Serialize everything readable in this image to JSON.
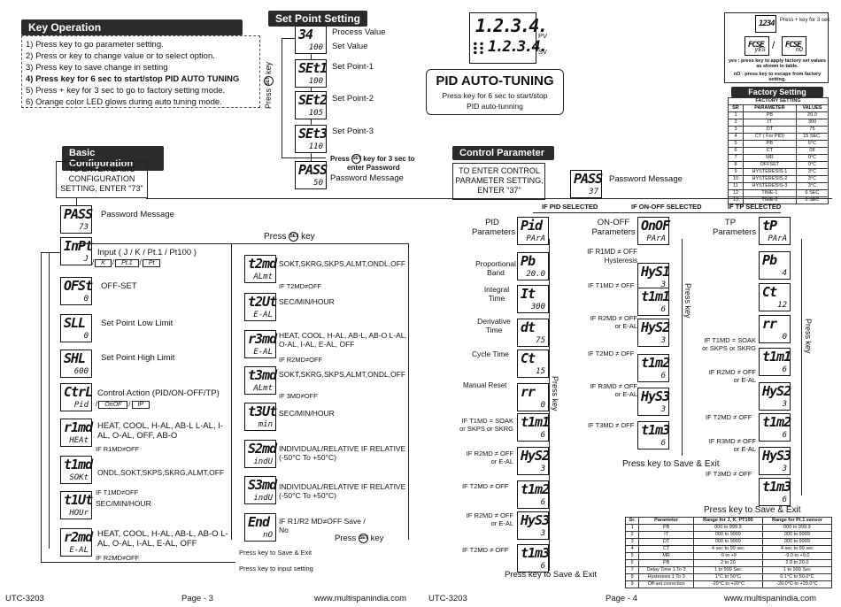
{
  "key_operation": {
    "title": "Key Operation",
    "steps": [
      "1)  Press  key to go parameter setting.",
      "2)  Press  or  key to change value or to select option.",
      "3)  Press  key to save change in setting",
      "4)  Press  key for 6 sec to start/stop PID AUTO TUNING",
      "5)  Press  +  key for 3 sec to go to factory setting mode.",
      "6)  Orange color LED glows during auto tuning mode."
    ]
  },
  "set_point": {
    "title": "Set Point Setting",
    "process_value": "Process Value",
    "set_value": "Set Value",
    "sp1": "Set Point-1",
    "sp2": "Set Point-2",
    "sp3": "Set Point-3",
    "press_key": "Press",
    "key_word": "key",
    "for3": "key for 3 sec to",
    "enter_pw": "enter Password",
    "pw_msg": "Password Message",
    "lcd": [
      [
        "34",
        "100"
      ],
      [
        "SEt1",
        "100"
      ],
      [
        "SEt2",
        "105"
      ],
      [
        "SEt3",
        "110"
      ],
      [
        "PASS",
        "50"
      ]
    ]
  },
  "pid_autotune": {
    "pv": "1.2.3.4.",
    "sv": "1.2.3.4.",
    "pv_label": "PV",
    "sv_label": "SV",
    "title": "PID AUTO-TUNING",
    "desc1": "Press  key for 6 sec to start/stop",
    "desc2": "PID auto-tunning"
  },
  "factory": {
    "top_lcd": "1234",
    "press_note": "Press  +  key for 3 sec",
    "fcs_yes": "FCSE",
    "fcs_no": "FCSE",
    "yes_val": "yES",
    "no_val": "nO",
    "yes_text": "yes : press  key to apply factory set values as shown in table.",
    "no_text": "nO : press  key to escape from factory setting.",
    "title": "Factory Setting",
    "table_title": "FACTORY SETTING",
    "headers": [
      "SR",
      "PARAMETER",
      "VALUES"
    ],
    "rows": [
      [
        "1",
        "PB",
        "20.0"
      ],
      [
        "2",
        "IT",
        "300"
      ],
      [
        "3",
        "DT",
        "75"
      ],
      [
        "4",
        "CT ( For PID)",
        "15 SEC."
      ],
      [
        "5",
        "PB",
        "5°C"
      ],
      [
        "6",
        "CT",
        "08"
      ],
      [
        "7",
        "MR",
        "0°C"
      ],
      [
        "8",
        "OFFSET",
        "0°C"
      ],
      [
        "9",
        "HYSTERESIS-1",
        "3°C"
      ],
      [
        "10",
        "HYSTERESIS-2",
        "3°C"
      ],
      [
        "11",
        "HYSTERESIS-3",
        "3°C"
      ],
      [
        "12",
        "TIME-1",
        "6 SEC"
      ],
      [
        "13",
        "TIME-2",
        "6 SEC"
      ]
    ]
  },
  "basic": {
    "title": "Basic Configuration",
    "enter": "TO ENTER BASIC CONFIGURATION SETTING, ENTER \"73\"",
    "pw_msg": "Password Message",
    "press_key": "Press",
    "key_word": "key",
    "left": [
      {
        "t": "PASS",
        "b": "73",
        "label": ""
      },
      {
        "t": "InPt",
        "b": "J",
        "label": "Input ( J / K / Pt.1 / Pt100 )"
      },
      {
        "t": "OFSt",
        "b": "0",
        "label": "OFF-SET"
      },
      {
        "t": "SLL",
        "b": "0",
        "label": "Set Point Low Limit"
      },
      {
        "t": "SHL",
        "b": "600",
        "label": "Set Point High Limit"
      },
      {
        "t": "CtrL",
        "b": "Pid",
        "label": "Control Action (PID/ON-OFF/TP)"
      },
      {
        "t": "r1md",
        "b": "HEAt",
        "label": "HEAT, COOL, H-AL, AB-L L-AL, I-AL, O-AL, OFF, AB-O"
      },
      {
        "t": "t1md",
        "b": "SOKt",
        "label": "ONDL,SOKT,SKPS,SKRG,ALMT,OFF"
      },
      {
        "t": "t1Ut",
        "b": "HOUr",
        "label": "SEC/MIN/HOUR"
      },
      {
        "t": "r2md",
        "b": "E-AL",
        "label": "HEAT, COOL, H-AL, AB-L, AB-O L-AL, O-AL, I-AL, E-AL, OFF"
      }
    ],
    "input_opts": [
      "K",
      "Pt.1",
      "Pt"
    ],
    "ctrl_opts": [
      "OnOF",
      "tP"
    ],
    "cond": [
      "IF R1MD≠OFF",
      "IF T1MD≠OFF",
      "IF R2MD≠OFF"
    ],
    "right": [
      {
        "t": "t2md",
        "b": "ALmt",
        "label": "SOKT,SKRG,SKPS,ALMT,ONDL,OFF"
      },
      {
        "t": "t2Ut",
        "b": "E-AL",
        "label": "SEC/MIN/HOUR"
      },
      {
        "t": "r3md",
        "b": "E-AL",
        "label": "HEAT, COOL, H-AL, AB-L, AB-O L-AL, O-AL, I-AL, E-AL, OFF"
      },
      {
        "t": "t3md",
        "b": "ALmt",
        "label": "SOKT,SKRG,SKPS,ALMT,ONDL,OFF"
      },
      {
        "t": "t3Ut",
        "b": "min",
        "label": "SEC/MIN/HOUR"
      },
      {
        "t": "S2md",
        "b": "indU",
        "label": "INDIVIDUAL/RELATIVE IF RELATIVE (-50°C To +50°C)"
      },
      {
        "t": "S3md",
        "b": "indU",
        "label": "INDIVIDUAL/RELATIVE IF RELATIVE (-50°C To +50°C)"
      },
      {
        "t": "End",
        "b": "nO",
        "label": "IF R1/R2 MD≠OFF Save / No"
      }
    ],
    "rcond": [
      "IF T2MD≠OFF",
      "IF R2MD≠OFF",
      "IF 3MD≠OFF"
    ],
    "save_exit": "Press  key to Save & Exit",
    "input_set": "Press  key to input setting"
  },
  "control": {
    "title": "Control Parameter",
    "enter": "TO ENTER CONTROL PARAMETER SETTING, ENTER \"37\"",
    "pw_msg": "Password Message",
    "pw_lcd": [
      "PASS",
      "37"
    ],
    "if_pid": "IF PID SELECTED",
    "if_onoff": "IF ON-OFF SELECTED",
    "if_tp": "IF TP SELECTED",
    "pid_params": "PID Parameters",
    "onoff_params": "ON-OFF Parameters",
    "tp_params": "TP Parameters",
    "pid_labels": [
      "Proportional Band",
      "Integral Time",
      "Derivative Time",
      "Cycle Time",
      "Manual Reset",
      "IF T1MD = SOAK or SKPS or SKRG",
      "IF R2MD ≠ OFF or E-AL",
      "IF T2MD ≠ OFF",
      "IF R2MD ≠ OFF or E-AL",
      "IF T2MD ≠ OFF"
    ],
    "pid_lcd": [
      [
        "Pid",
        "PArA"
      ],
      [
        "Pb",
        "20.0"
      ],
      [
        "It",
        "300"
      ],
      [
        "dt",
        "75"
      ],
      [
        "Ct",
        "15"
      ],
      [
        "rr",
        "0"
      ],
      [
        "t1m1",
        "6"
      ],
      [
        "HyS2",
        "3"
      ],
      [
        "t1m2",
        "6"
      ],
      [
        "HyS3",
        "3"
      ],
      [
        "t1m3",
        "6"
      ]
    ],
    "onoff_labels": [
      "IF R1MD ≠ OFF Hysteresis",
      "IF T1MD ≠ OFF",
      "IF R2MD ≠ OFF or E-AL",
      "IF T2MD ≠ OFF",
      "IF R3MD ≠ OFF or E-AL",
      "IF T3MD ≠ OFF"
    ],
    "onoff_lcd": [
      [
        "OnOF",
        "PArA"
      ],
      [
        "HyS1",
        "3"
      ],
      [
        "t1m1",
        "6"
      ],
      [
        "HyS2",
        "3"
      ],
      [
        "t1m2",
        "6"
      ],
      [
        "HyS3",
        "3"
      ],
      [
        "t1m3",
        "6"
      ]
    ],
    "tp_labels": [
      "IF T1MD = SOAK or SKPS or SKRG",
      "IF R2MD ≠ OFF or E-AL",
      "IF T2MD ≠ OFF",
      "IF R3MD ≠ OFF or E-AL",
      "IF T3MD ≠ OFF"
    ],
    "tp_lcd": [
      [
        "tP",
        "PArA"
      ],
      [
        "Pb",
        "4"
      ],
      [
        "Ct",
        "12"
      ],
      [
        "rr",
        "0"
      ],
      [
        "t1m1",
        "6"
      ],
      [
        "HyS2",
        "3"
      ],
      [
        "t1m2",
        "6"
      ],
      [
        "HyS3",
        "3"
      ],
      [
        "t1m3",
        "6"
      ]
    ],
    "press_key": "Press  key",
    "save_exit": "Press  key to Save & Exit",
    "save_exit2": "Press  key to Save & Exit",
    "save_exit3": "Press  key to Save & Exit"
  },
  "range_table": {
    "headers": [
      "Sr.",
      "Parameter",
      "Range for J, K, PT100",
      "Range for Pt.1 sensor"
    ],
    "rows": [
      [
        "1",
        "PB",
        "000 to 999.9",
        "000 to 999.9"
      ],
      [
        "2",
        "IT",
        "000 to 9999",
        "000 to 9999"
      ],
      [
        "3",
        "DT",
        "000 to 9999",
        "000 to 9999"
      ],
      [
        "4",
        "CT",
        "4 sec to 99 sec",
        "4 sec to 99 sec"
      ],
      [
        "5",
        "MR",
        "-9 to +9",
        "-9.0 to +9.0"
      ],
      [
        "6",
        "PB",
        "2 to 20",
        "2.0 to 20.0"
      ],
      [
        "7",
        "Delay Time 1 To 3",
        "1 to 999 Sec",
        "1 to 999 Sec"
      ],
      [
        "8",
        "Hysteresis 1 To 3",
        "1°C to 50°C",
        "0.1°C to 50.0°C"
      ],
      [
        "9",
        "Off-set correction",
        "-20°C to +20°C",
        "-20.0°C to +20.0°C"
      ]
    ]
  },
  "footer": {
    "model_l": "UTC-3203",
    "page_l": "Page - 3",
    "url_l": "www.multispanindia.com",
    "model_r": "UTC-3203",
    "page_r": "Page - 4",
    "url_r": "www.multispanindia.com"
  }
}
